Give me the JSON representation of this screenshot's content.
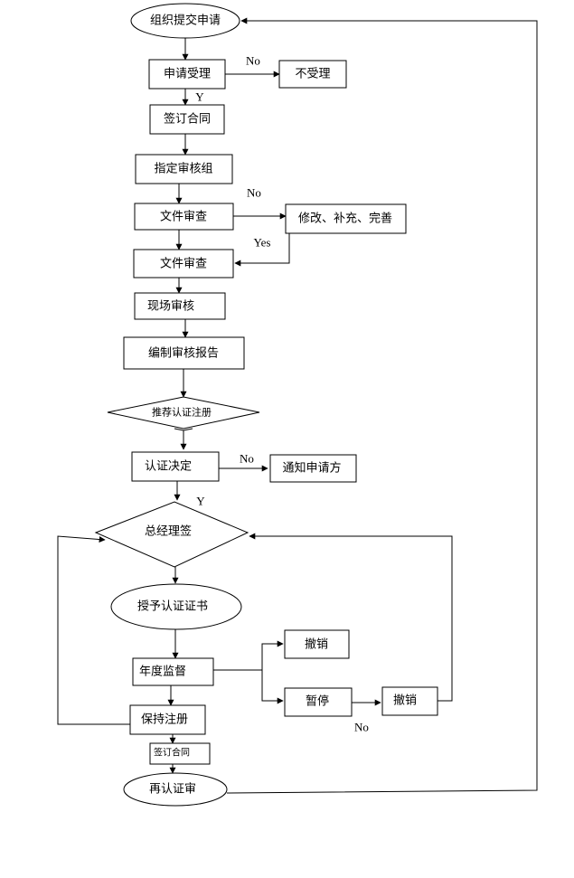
{
  "nodes": {
    "org_submit": "组织提交申请",
    "accept": "申请受理",
    "reject": "不受理",
    "sign_contract": "签订合同",
    "assign_team": "指定审核组",
    "doc_review_1": "文件审查",
    "revise": "修改、补充、完善",
    "doc_review_2": "文件审查",
    "onsite_audit": "现场审核",
    "compile_report": "编制审核报告",
    "recommend": "推荐认证注册",
    "cert_decision": "认证决定",
    "notify_applicant": "通知申请方",
    "gm_sign": "总经理签",
    "grant_cert": "授予认证证书",
    "revoke_1": "撤销",
    "annual_supervision": "年度监督",
    "suspend": "暂停",
    "revoke_2": "撤销",
    "maintain_reg": "保持注册",
    "sign_contract_2": "签订合同",
    "recert": "再认证审"
  },
  "labels": {
    "no_1": "No",
    "y_1": "Y",
    "no_2": "No",
    "yes_1": "Yes",
    "no_3": "No",
    "y_2": "Y",
    "no_4": "No"
  }
}
